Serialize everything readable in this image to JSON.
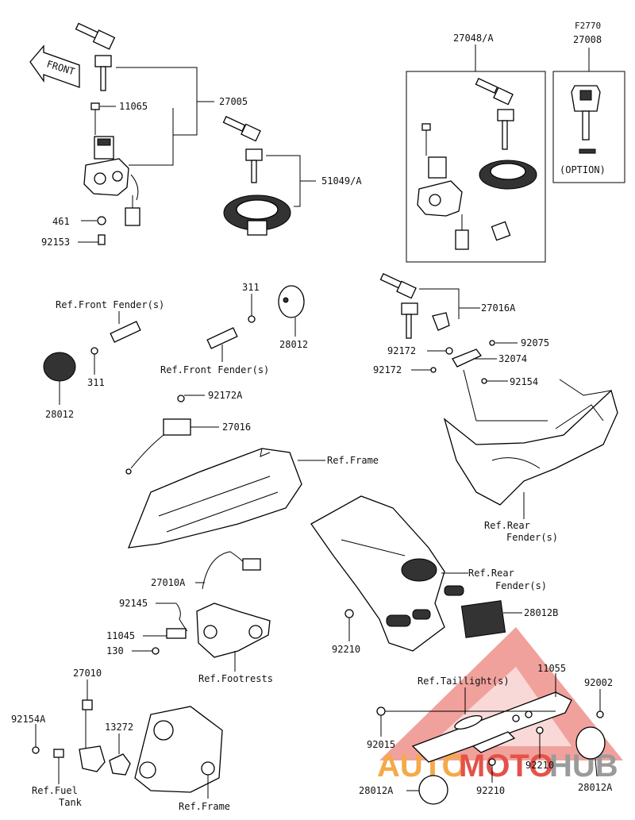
{
  "front_arrow": "FRONT",
  "labels": {
    "p27005": "27005",
    "p11065_top": "11065",
    "p461": "461",
    "p92153": "92153",
    "p51049a": "51049/A",
    "p27048a": "27048/A",
    "pF2770": "F2770",
    "p27008": "27008",
    "option": "(OPTION)",
    "p311_a": "311",
    "p28012_a": "28012",
    "ref_front_fender_1": "Ref.Front Fender(s)",
    "p311_b": "311",
    "p28012_b": "28012",
    "ref_front_fender_2": "Ref.Front Fender(s)",
    "p27016a": "27016A",
    "p92172_a": "92172",
    "p92075": "92075",
    "p32074": "32074",
    "p92172_b": "92172",
    "p92154": "92154",
    "p92172a": "92172A",
    "p27016": "27016",
    "ref_frame_1": "Ref.Frame",
    "ref_rear_fender_1a": "Ref.Rear",
    "ref_rear_fender_1b": "Fender(s)",
    "p27010a": "27010A",
    "p92145": "92145",
    "p11045": "11045",
    "p130": "130",
    "ref_footrests": "Ref.Footrests",
    "ref_rear_fender_2a": "Ref.Rear",
    "ref_rear_fender_2b": "Fender(s)",
    "p28012b": "28012B",
    "p92210_a": "92210",
    "ref_taillight": "Ref.Taillight(s)",
    "p11055": "11055",
    "p92002": "92002",
    "p27010": "27010",
    "p13272": "13272",
    "p92154a": "92154A",
    "ref_fuel_tank_a": "Ref.Fuel",
    "ref_fuel_tank_b": "Tank",
    "ref_frame_2": "Ref.Frame",
    "p92015": "92015",
    "p92210_b": "92210",
    "p92210_c": "92210",
    "p28012a_1": "28012A",
    "p28012a_2": "28012A"
  },
  "watermark": {
    "left": "AUTO",
    "mid": "MOTO",
    "right": "HUB"
  },
  "colors": {
    "watermark_red": "#e0342a",
    "watermark_orange": "#f39c2a",
    "watermark_grey": "#8a8a8a"
  }
}
